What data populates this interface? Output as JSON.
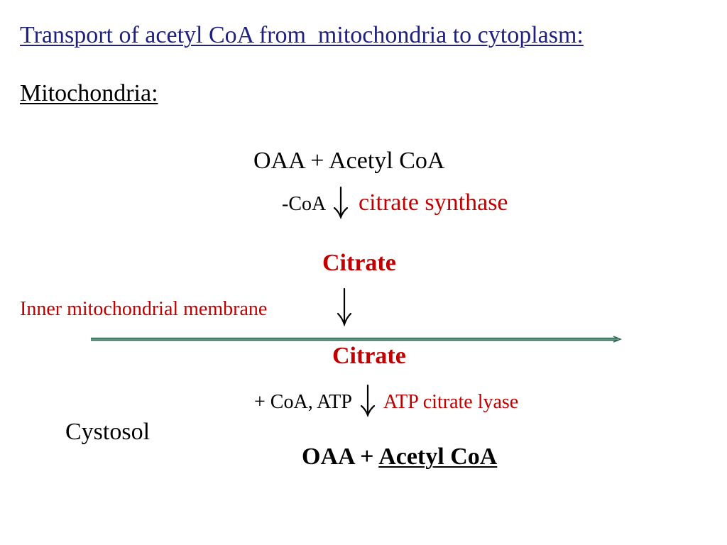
{
  "title": "Transport of acetyl CoA from  mitochondria to cytoplasm:",
  "mitochondria": {
    "label": "Mitochondria:",
    "substrates": "OAA + Acetyl CoA",
    "cofactor_removed": "-CoA",
    "enzyme": "citrate synthase",
    "product": "Citrate"
  },
  "membrane": {
    "label": "Inner mitochondrial membrane"
  },
  "cytosol": {
    "label": "Cystosol",
    "substrate": "Citrate",
    "cofactors_added": "+ CoA, ATP",
    "enzyme": "ATP citrate lyase",
    "products": [
      "OAA + ",
      "Acetyl CoA"
    ]
  },
  "icons": {
    "reaction_arrow": "down-arrow-icon",
    "membrane": "membrane-arrow-line"
  },
  "colors": {
    "title": "#1f2080",
    "red_text": "#c00000",
    "membrane_line": "#2e6654",
    "membrane_line_inner": "#6aa393",
    "text": "#000000"
  }
}
